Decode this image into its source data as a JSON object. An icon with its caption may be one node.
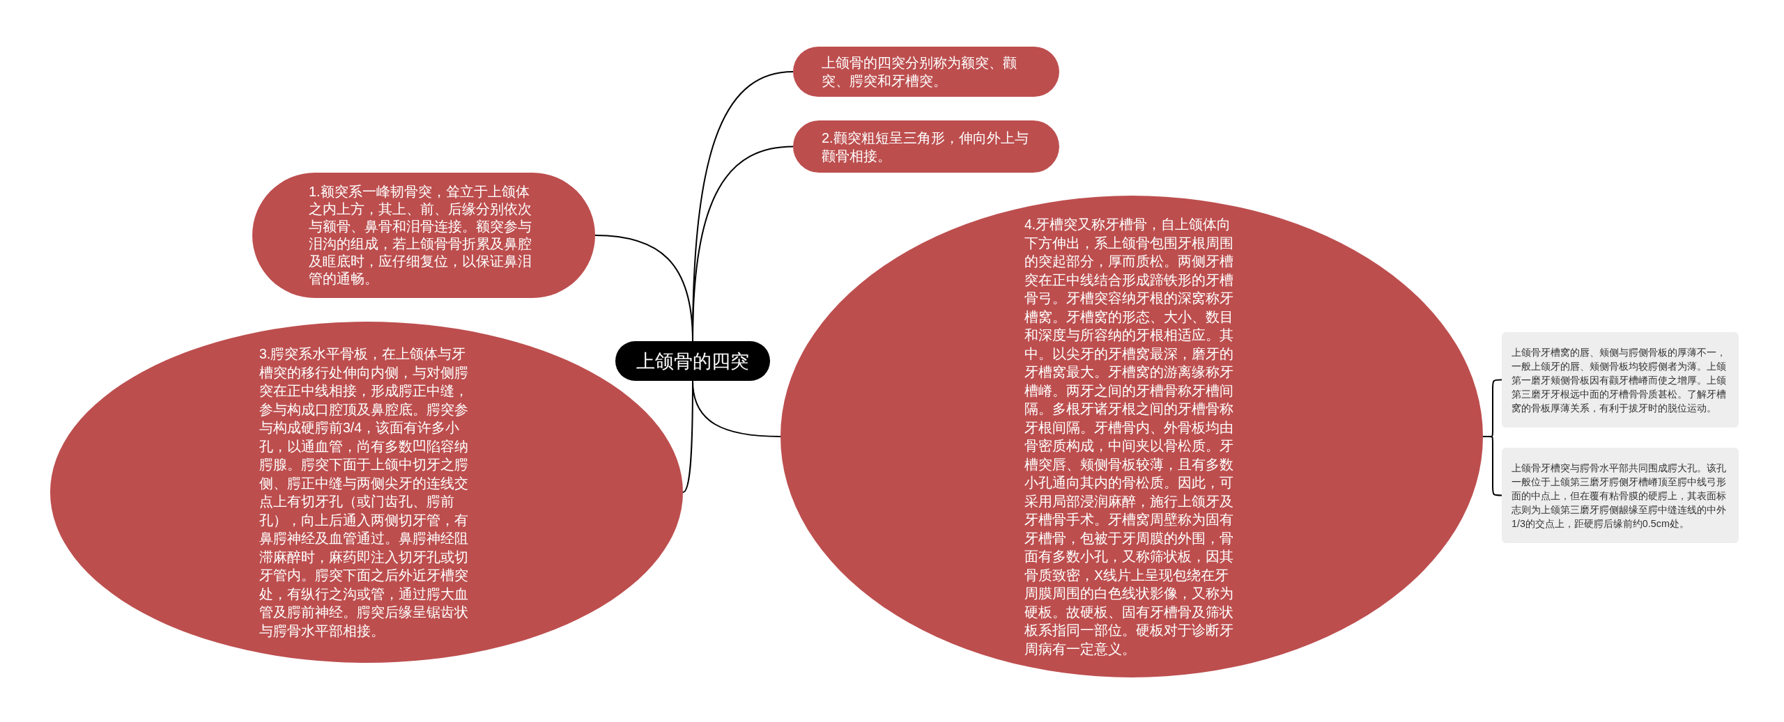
{
  "diagram": {
    "nodes": [
      {
        "text": [
          "上颌骨的四突"
        ]
      },
      {
        "text": [
          "上颌骨的四突分别称为额突、颧突、腭突和牙槽突。"
        ]
      },
      {
        "text": [
          "2.颧突粗短呈三角形，伸向外上与颧骨相接。"
        ]
      },
      {
        "text": [
          "1.额突系一峰韧骨突，耸立于上颌体之内上方，其上、前、后缘分别依次与额骨、鼻骨和泪骨连接。额突参与泪沟的组成，若上颌骨骨折累及鼻腔及眶底时，应仔细复位，以保证鼻泪管的通畅。"
        ]
      },
      {
        "text": [
          "3.腭突系水平骨板，在上颌体与牙槽突的移行处伸向内侧，与对侧腭突在正中线相接，形成腭正中缝，参与构成口腔顶及鼻腔底。腭突参与构成硬腭前3/4，该面有许多小孔，以通血管，尚有多数凹陷容纳腭腺。腭突下面于上颌中切牙之腭侧、腭正中缝与两侧尖牙的连线交点上有切牙孔（或门齿孔、腭前孔），向上后通入两侧切牙管，有鼻腭神经及血管通过。鼻腭神经阻滞麻醉时，麻药即注入切牙孔或切牙管内。腭突下面之后外近牙槽突处，有纵行之沟或管，通过腭大血管及腭前神经。腭突后缘呈锯齿状与腭骨水平部相接。"
        ]
      },
      {
        "text": [
          "4.牙槽突又称牙槽骨，自上颌体向下方伸出，系上颌骨包围牙根周围的突起部分，厚而质松。两侧牙槽突在正中线结合形成蹄铁形的牙槽骨弓。牙槽突容纳牙根的深窝称牙槽窝。牙槽窝的形态、大小、数目和深度与所容纳的牙根相适应。其中。以尖牙的牙槽窝最深，磨牙的牙槽窝最大。牙槽窝的游离缘称牙槽嵴。两牙之间的牙槽骨称牙槽间隔。多根牙诸牙根之间的牙槽骨称牙根间隔。牙槽骨内、外骨板均由骨密质构成，中间夹以骨松质。牙槽突唇、颊侧骨板较薄，且有多数小孔通向其内的骨松质。因此，可采用局部浸润麻醉，施行上颌牙及牙槽骨手术。牙槽窝周壁称为固有牙槽骨，包被于牙周膜的外围，骨面有多数小孔，又称筛状板，因其骨质致密，X线片上呈现包绕在牙周膜周围的白色线状影像，又称为硬板。故硬板、固有牙槽骨及筛状板系指同一部位。硬板对于诊断牙周病有一定意义。"
        ]
      },
      {
        "text": [
          "上颌骨牙槽窝的唇、颊侧与腭侧骨板的厚薄不一，一般上颌牙的唇、颊侧骨板均较腭侧者为薄。上颌第一磨牙颊侧骨板因有颧牙槽嵴而使之增厚。上颌第三磨牙牙根远中面的牙槽骨骨质甚松。了解牙槽窝的骨板厚薄关系，有利于拔牙时的脱位运动。"
        ]
      },
      {
        "text": [
          "上颌骨牙槽突与腭骨水平部共同围成腭大孔。该孔一般位于上颌第三磨牙腭侧牙槽嵴顶至腭中线弓形面的中点上，但在覆有粘骨膜的硬腭上，其表面标志则为上颌第三磨牙腭侧龈缘至腭中缝连线的中外1/3的交点上，距硬腭后缘前约0.5cm处。"
        ]
      }
    ],
    "edges": [
      {
        "from": 0,
        "to": 1,
        "arrow": "none"
      },
      {
        "from": 0,
        "to": 2,
        "arrow": "none"
      },
      {
        "from": 0,
        "to": 3,
        "arrow": "none"
      },
      {
        "from": 0,
        "to": 4,
        "arrow": "none"
      },
      {
        "from": 0,
        "to": 5,
        "arrow": "none"
      },
      {
        "from": 5,
        "to": 6,
        "arrow": "none"
      },
      {
        "from": 5,
        "to": 7,
        "arrow": "none"
      }
    ]
  }
}
